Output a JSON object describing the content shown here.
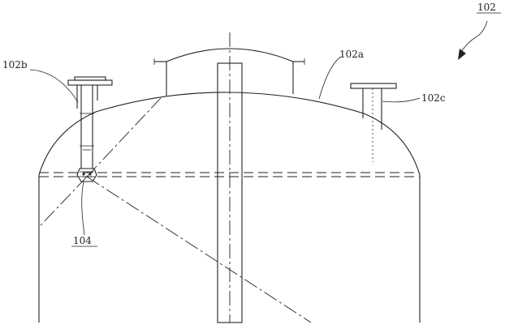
{
  "labels": {
    "vessel": "102",
    "dome": "102a",
    "left_nozzle": "102b",
    "right_nozzle": "102c",
    "nozzle_tip": "104"
  }
}
